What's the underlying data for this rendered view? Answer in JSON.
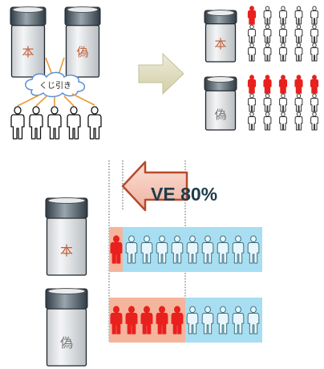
{
  "vials": {
    "real_label": "本",
    "placebo_label": "偽"
  },
  "lottery": {
    "label": "くじ引き"
  },
  "efficacy": {
    "label": "VE 80%",
    "value_percent": 80
  },
  "groups": {
    "top_real": {
      "total": 15,
      "infected": 1
    },
    "top_placebo": {
      "total": 15,
      "infected": 5
    },
    "bottom_real": {
      "total": 10,
      "infected": 1
    },
    "bottom_placebo": {
      "total": 10,
      "infected": 5
    }
  },
  "colors": {
    "infected": "#e8211e",
    "person_outline": "#333333",
    "person_teal": "#3f6f7f",
    "arrow_fill": "#f3c3b6",
    "arrow_stroke": "#b74a2c",
    "orange_bg": "#f5b49c",
    "blue_bg": "#a8def1",
    "right_arrow": "#dad7b3",
    "vial_label": "#c0603a"
  },
  "icons": {
    "person": "person-icon",
    "vial": "vial-icon"
  }
}
